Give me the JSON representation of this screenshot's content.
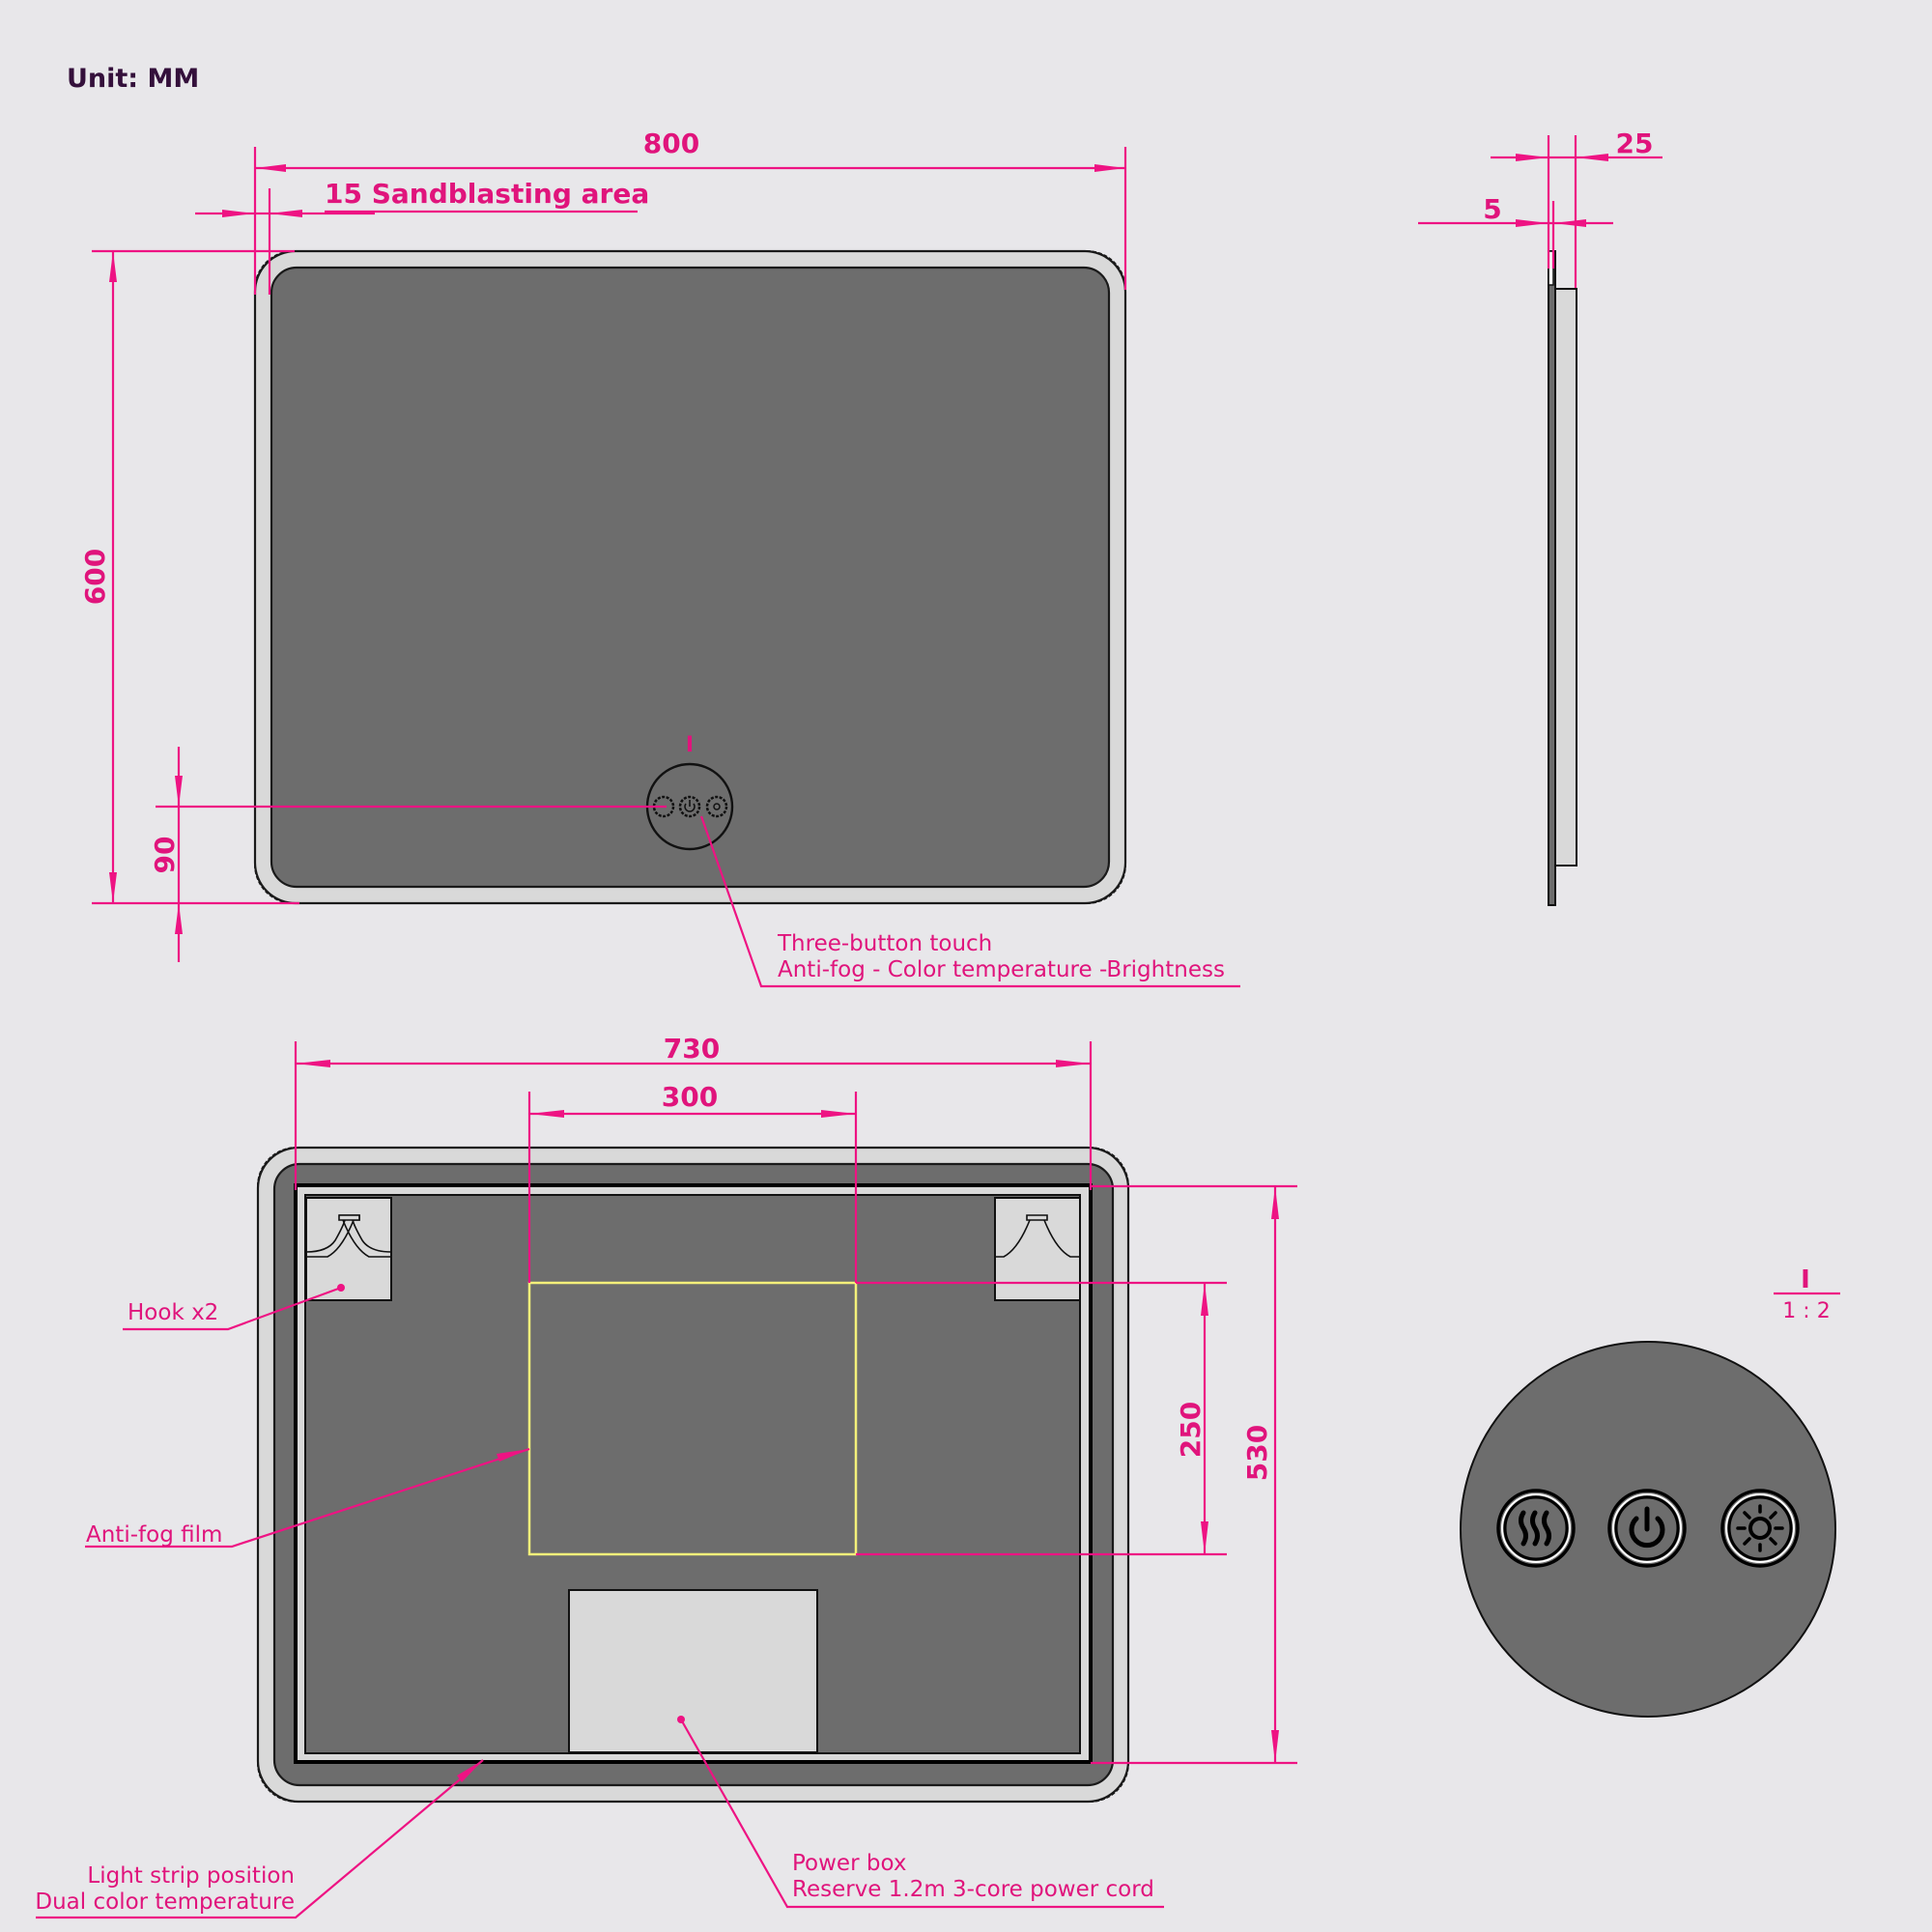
{
  "header": {
    "unit_label": "Unit: MM"
  },
  "front_view": {
    "width_dim": "800",
    "height_dim": "600",
    "sandblast_dim": "15 Sandblasting area",
    "button_offset_dim": "90",
    "button_marker": "I",
    "callout_line1": "Three-button touch",
    "callout_line2": "Anti-fog - Color temperature -Brightness"
  },
  "side_view": {
    "depth_dim": "25",
    "glass_dim": "5"
  },
  "back_view": {
    "frame_width_dim": "730",
    "antifog_width_dim": "300",
    "antifog_height_dim": "250",
    "frame_height_dim": "530",
    "hook_label": "Hook x2",
    "antifog_label": "Anti-fog film",
    "light_strip_line1": "Light strip position",
    "light_strip_line2": "Dual color temperature",
    "power_box_line1": "Power box",
    "power_box_line2": "Reserve 1.2m 3-core power cord"
  },
  "detail_view": {
    "marker": "I",
    "scale": "1  :  2",
    "buttons": [
      {
        "name": "anti-fog",
        "icon": "heat-waves-icon"
      },
      {
        "name": "power",
        "icon": "power-icon"
      },
      {
        "name": "brightness",
        "icon": "sun-icon"
      }
    ]
  },
  "colors": {
    "background": "#e8e7ea",
    "dimension": "#ee1383",
    "panel_dark": "#6d6d6d",
    "panel_light": "#d9d9d9",
    "antifog_outline": "#f4f07a",
    "title": "#34103b"
  }
}
